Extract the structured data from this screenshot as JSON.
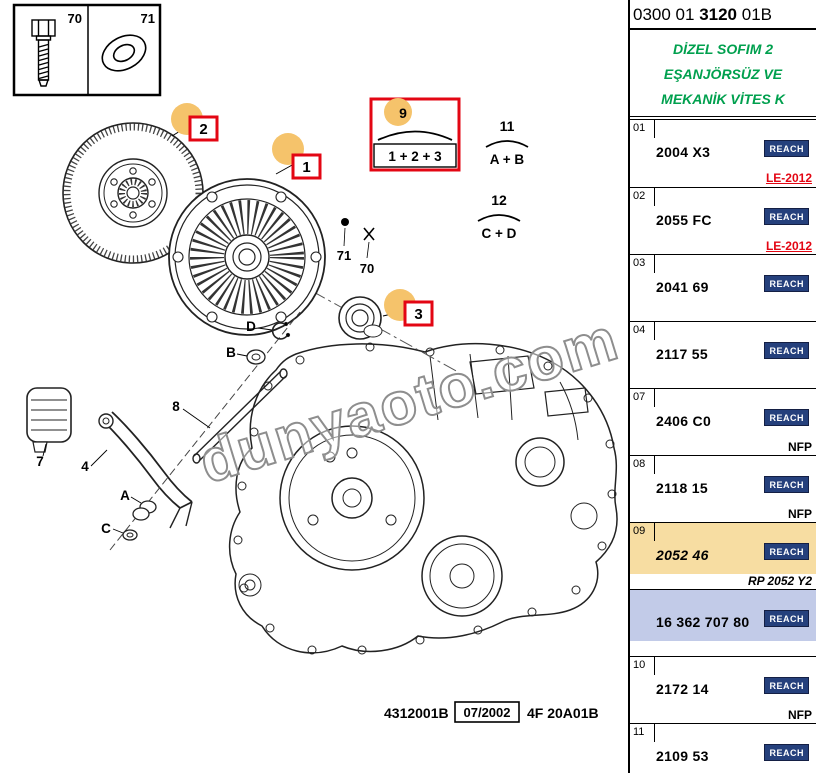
{
  "colors": {
    "callout_red": "#e30613",
    "highlight_orange": "#f5c36b",
    "row_highlight_orange": "#f7dda2",
    "row_highlight_blue": "#c2cbe8",
    "reach_badge_bg": "#25407c",
    "description_green": "#00a04e",
    "note_red": "#e30613",
    "watermark_gray": "#8e8e8e"
  },
  "header": {
    "code_prefix": "0300 01 ",
    "code_bold": "3120",
    "code_suffix": " 01B"
  },
  "description": {
    "line1": "DİZEL SOFIM 2",
    "line2": "EŞANJÖRSÜZ VE",
    "line3": "MEKANİK VİTES K"
  },
  "reach_label": "REACH",
  "table": {
    "rows": [
      {
        "index": "01",
        "ref": "2004 X3",
        "note": "LE-2012"
      },
      {
        "index": "02",
        "ref": "2055 FC",
        "note": "LE-2012"
      },
      {
        "index": "03",
        "ref": "2041 69",
        "note": ""
      },
      {
        "index": "04",
        "ref": "2117 55",
        "note": ""
      },
      {
        "index": "07",
        "ref": "2406 C0",
        "note": "NFP"
      },
      {
        "index": "08",
        "ref": "2118 15",
        "note": "NFP"
      },
      {
        "index": "09",
        "ref": "2052 46",
        "note": "RP 2052 Y2"
      },
      {
        "index": "",
        "ref": "16 362 707 80",
        "note": ""
      },
      {
        "index": "10",
        "ref": "2172 14",
        "note": "NFP"
      },
      {
        "index": "11",
        "ref": "2109 53",
        "note": ""
      }
    ]
  },
  "diagram": {
    "top_box": {
      "left_label": "70",
      "right_label": "71"
    },
    "callouts": {
      "c1": "1",
      "c2": "2",
      "c3": "3"
    },
    "group9": {
      "label": "9",
      "formula": "1 + 2 + 3"
    },
    "group11": {
      "label": "11",
      "formula": "A + B"
    },
    "group12": {
      "label": "12",
      "formula": "C + D"
    },
    "labels": {
      "pivot71": "71",
      "pivot70": "70",
      "l4": "4",
      "l7": "7",
      "l8": "8",
      "la": "A",
      "lb": "B",
      "lc": "C",
      "ld": "D"
    },
    "watermark": "dunyaoto.com",
    "footer": {
      "doc": "4312001B",
      "date": "07/2002",
      "code": "4F 20A01B"
    }
  }
}
